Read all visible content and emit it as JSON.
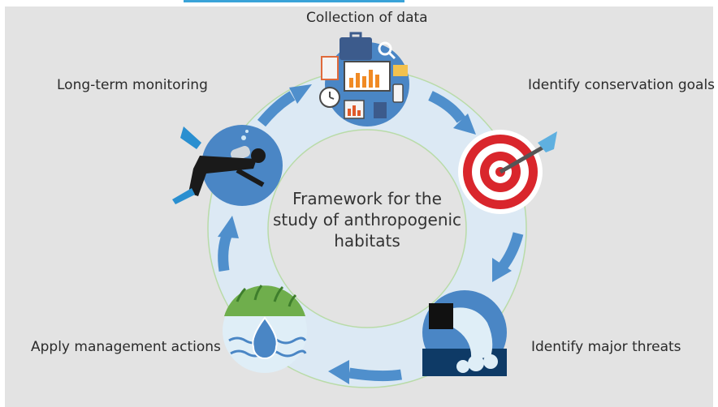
{
  "center_title": "Framework for the study of anthropogenic habitats",
  "steps": [
    {
      "label": "Collection of data",
      "icon": "data-collection-icon"
    },
    {
      "label": "Identify conservation goals",
      "icon": "target-icon"
    },
    {
      "label": "Identify major threats",
      "icon": "pollution-pipe-icon"
    },
    {
      "label": "Apply management actions",
      "icon": "water-drop-plants-icon"
    },
    {
      "label": "Long-term monitoring",
      "icon": "scuba-diver-icon"
    }
  ],
  "colors": {
    "background": "#e3e3e3",
    "ring": "#dce9f4",
    "ring_outline": "#b9dba8",
    "arrow": "#4f8fcc",
    "icon_circle": "#4a86c5",
    "target_red": "#d9262c",
    "accent": "#3aa3d8"
  }
}
